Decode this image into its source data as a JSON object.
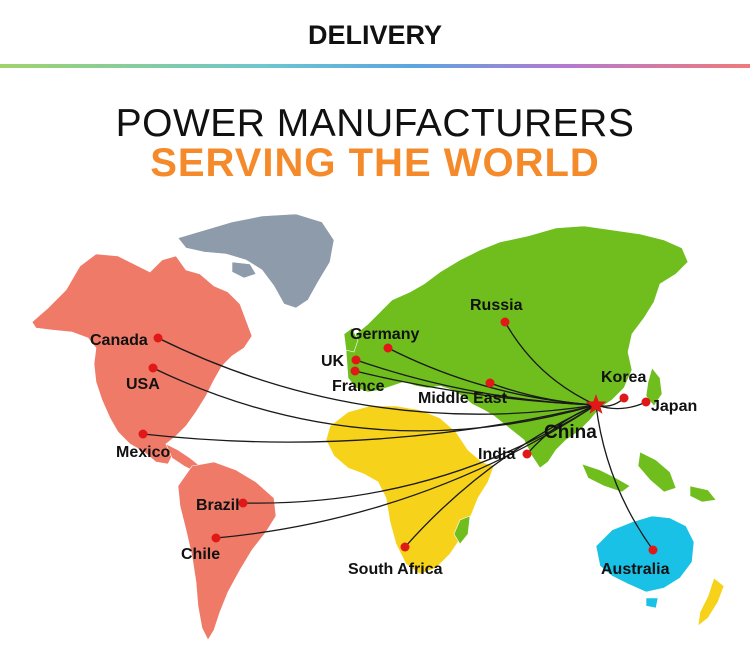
{
  "header": {
    "title": "DELIVERY"
  },
  "headline": "POWER MANUFACTURERS",
  "subheadline": "SERVING THE WORLD",
  "colors": {
    "north_america": "#f07a68",
    "south_america": "#f07a68",
    "greenland": "#8e9bab",
    "eurasia": "#6fbe1e",
    "africa": "#f7d21a",
    "australia": "#19c1e6",
    "new_zealand": "#f7d21a",
    "route": "#1a1a1a",
    "marker": "#e01818",
    "hub_star": "#e01818",
    "subheadline": "#f58a2a"
  },
  "hub": {
    "label": "China"
  },
  "destinations": [
    {
      "id": "canada",
      "label": "Canada"
    },
    {
      "id": "usa",
      "label": "USA"
    },
    {
      "id": "mexico",
      "label": "Mexico"
    },
    {
      "id": "brazil",
      "label": "Brazil"
    },
    {
      "id": "chile",
      "label": "Chile"
    },
    {
      "id": "germany",
      "label": "Germany"
    },
    {
      "id": "uk",
      "label": "UK"
    },
    {
      "id": "france",
      "label": "France"
    },
    {
      "id": "russia",
      "label": "Russia"
    },
    {
      "id": "middle-east",
      "label": "Middle East"
    },
    {
      "id": "india",
      "label": "India"
    },
    {
      "id": "south-africa",
      "label": "South Africa"
    },
    {
      "id": "korea",
      "label": "Korea"
    },
    {
      "id": "japan",
      "label": "Japan"
    },
    {
      "id": "australia",
      "label": "Australia"
    }
  ]
}
